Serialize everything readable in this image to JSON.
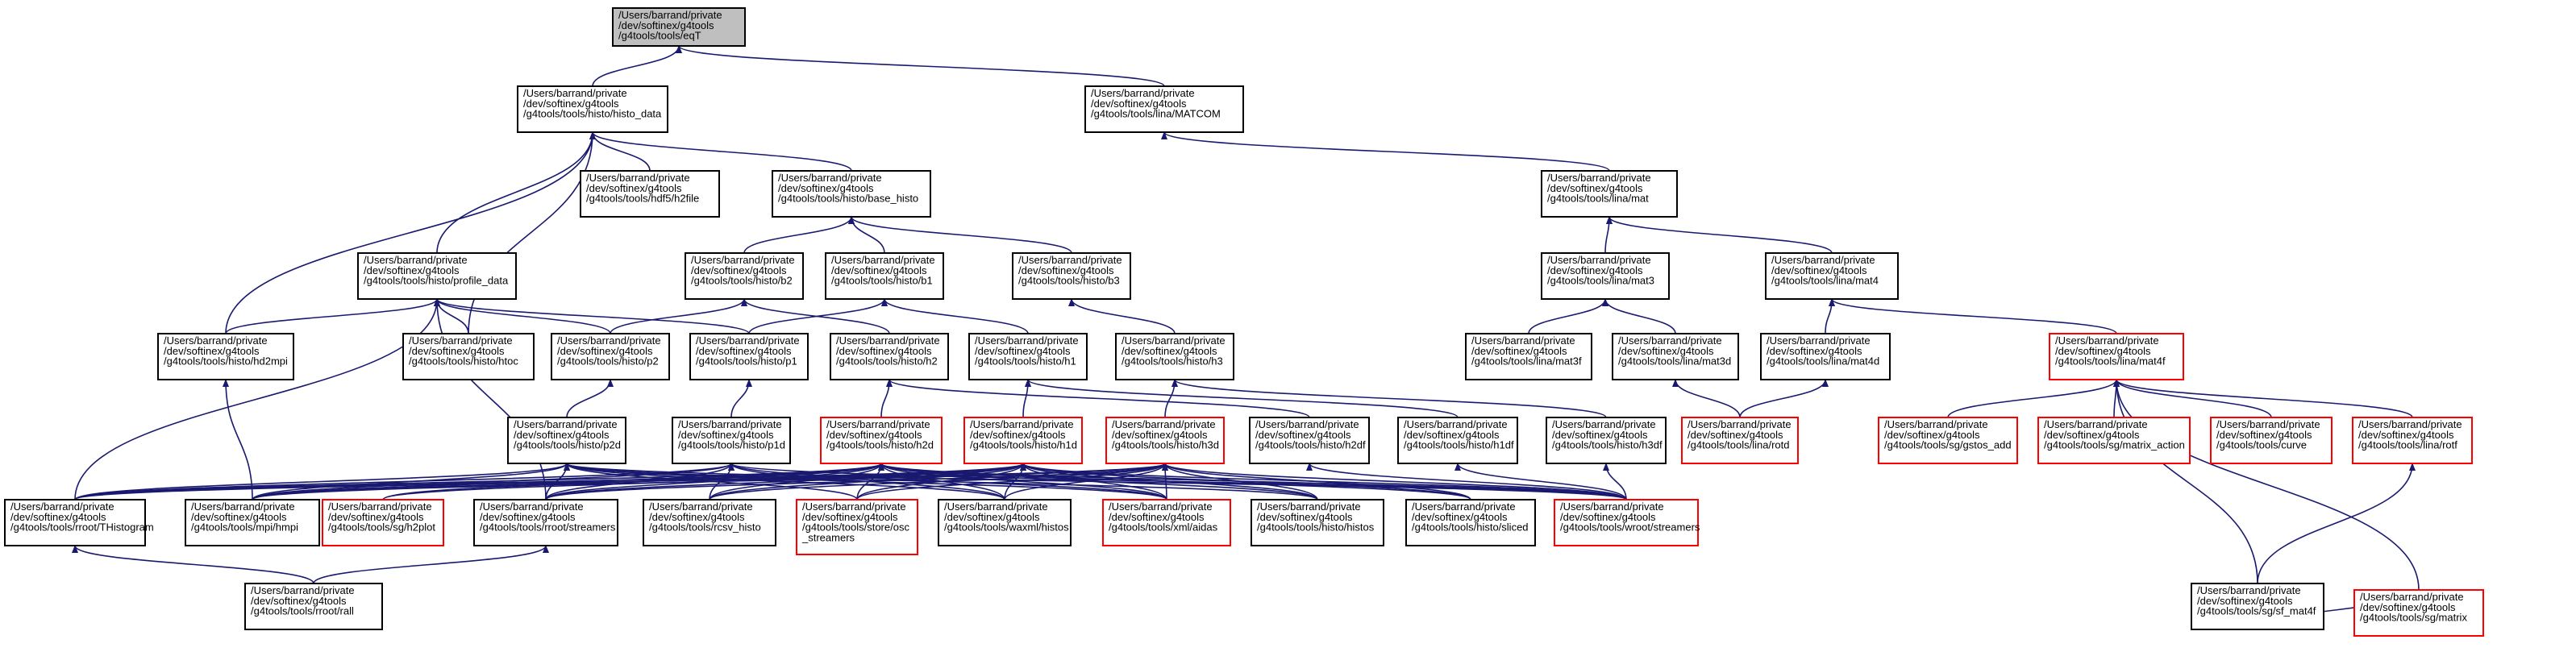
{
  "diagram": {
    "colors": {
      "root_fill": "#bfbfbf",
      "node_border": "#000000",
      "undocumented_border": "#ff0000",
      "edge": "#191970",
      "text": "#000000"
    },
    "nodes": [
      {
        "id": "eqT",
        "lines": [
          "/Users/barrand/private",
          "/dev/softinex/g4tools",
          "/g4tools/tools/eqT"
        ],
        "root": true
      },
      {
        "id": "histo_data",
        "lines": [
          "/Users/barrand/private",
          "/dev/softinex/g4tools",
          "/g4tools/tools/histo/histo_data"
        ]
      },
      {
        "id": "MATCOM",
        "lines": [
          "/Users/barrand/private",
          "/dev/softinex/g4tools",
          "/g4tools/tools/lina/MATCOM"
        ]
      },
      {
        "id": "h2file",
        "lines": [
          "/Users/barrand/private",
          "/dev/softinex/g4tools",
          "/g4tools/tools/hdf5/h2file"
        ]
      },
      {
        "id": "base_histo",
        "lines": [
          "/Users/barrand/private",
          "/dev/softinex/g4tools",
          "/g4tools/tools/histo/base_histo"
        ]
      },
      {
        "id": "mat",
        "lines": [
          "/Users/barrand/private",
          "/dev/softinex/g4tools",
          "/g4tools/tools/lina/mat"
        ]
      },
      {
        "id": "profile_data",
        "lines": [
          "/Users/barrand/private",
          "/dev/softinex/g4tools",
          "/g4tools/tools/histo/profile_data"
        ]
      },
      {
        "id": "b2",
        "lines": [
          "/Users/barrand/private",
          "/dev/softinex/g4tools",
          "/g4tools/tools/histo/b2"
        ]
      },
      {
        "id": "b1",
        "lines": [
          "/Users/barrand/private",
          "/dev/softinex/g4tools",
          "/g4tools/tools/histo/b1"
        ]
      },
      {
        "id": "b3",
        "lines": [
          "/Users/barrand/private",
          "/dev/softinex/g4tools",
          "/g4tools/tools/histo/b3"
        ]
      },
      {
        "id": "mat3",
        "lines": [
          "/Users/barrand/private",
          "/dev/softinex/g4tools",
          "/g4tools/tools/lina/mat3"
        ]
      },
      {
        "id": "mat4",
        "lines": [
          "/Users/barrand/private",
          "/dev/softinex/g4tools",
          "/g4tools/tools/lina/mat4"
        ]
      },
      {
        "id": "hd2mpi",
        "lines": [
          "/Users/barrand/private",
          "/dev/softinex/g4tools",
          "/g4tools/tools/histo/hd2mpi"
        ]
      },
      {
        "id": "htoc",
        "lines": [
          "/Users/barrand/private",
          "/dev/softinex/g4tools",
          "/g4tools/tools/histo/htoc"
        ]
      },
      {
        "id": "p2",
        "lines": [
          "/Users/barrand/private",
          "/dev/softinex/g4tools",
          "/g4tools/tools/histo/p2"
        ]
      },
      {
        "id": "p1",
        "lines": [
          "/Users/barrand/private",
          "/dev/softinex/g4tools",
          "/g4tools/tools/histo/p1"
        ]
      },
      {
        "id": "h2",
        "lines": [
          "/Users/barrand/private",
          "/dev/softinex/g4tools",
          "/g4tools/tools/histo/h2"
        ]
      },
      {
        "id": "h1",
        "lines": [
          "/Users/barrand/private",
          "/dev/softinex/g4tools",
          "/g4tools/tools/histo/h1"
        ]
      },
      {
        "id": "h3",
        "lines": [
          "/Users/barrand/private",
          "/dev/softinex/g4tools",
          "/g4tools/tools/histo/h3"
        ]
      },
      {
        "id": "mat3f",
        "lines": [
          "/Users/barrand/private",
          "/dev/softinex/g4tools",
          "/g4tools/tools/lina/mat3f"
        ]
      },
      {
        "id": "mat3d",
        "lines": [
          "/Users/barrand/private",
          "/dev/softinex/g4tools",
          "/g4tools/tools/lina/mat3d"
        ]
      },
      {
        "id": "mat4d",
        "lines": [
          "/Users/barrand/private",
          "/dev/softinex/g4tools",
          "/g4tools/tools/lina/mat4d"
        ]
      },
      {
        "id": "mat4f",
        "lines": [
          "/Users/barrand/private",
          "/dev/softinex/g4tools",
          "/g4tools/tools/lina/mat4f"
        ],
        "red": true
      },
      {
        "id": "p2d",
        "lines": [
          "/Users/barrand/private",
          "/dev/softinex/g4tools",
          "/g4tools/tools/histo/p2d"
        ]
      },
      {
        "id": "p1d",
        "lines": [
          "/Users/barrand/private",
          "/dev/softinex/g4tools",
          "/g4tools/tools/histo/p1d"
        ]
      },
      {
        "id": "h2d",
        "lines": [
          "/Users/barrand/private",
          "/dev/softinex/g4tools",
          "/g4tools/tools/histo/h2d"
        ],
        "red": true
      },
      {
        "id": "h1d",
        "lines": [
          "/Users/barrand/private",
          "/dev/softinex/g4tools",
          "/g4tools/tools/histo/h1d"
        ],
        "red": true
      },
      {
        "id": "h3d",
        "lines": [
          "/Users/barrand/private",
          "/dev/softinex/g4tools",
          "/g4tools/tools/histo/h3d"
        ],
        "red": true
      },
      {
        "id": "h2df",
        "lines": [
          "/Users/barrand/private",
          "/dev/softinex/g4tools",
          "/g4tools/tools/histo/h2df"
        ]
      },
      {
        "id": "h1df",
        "lines": [
          "/Users/barrand/private",
          "/dev/softinex/g4tools",
          "/g4tools/tools/histo/h1df"
        ]
      },
      {
        "id": "h3df",
        "lines": [
          "/Users/barrand/private",
          "/dev/softinex/g4tools",
          "/g4tools/tools/histo/h3df"
        ]
      },
      {
        "id": "rotd",
        "lines": [
          "/Users/barrand/private",
          "/dev/softinex/g4tools",
          "/g4tools/tools/lina/rotd"
        ],
        "red": true
      },
      {
        "id": "sg_gstos_add",
        "lines": [
          "/Users/barrand/private",
          "/dev/softinex/g4tools",
          "/g4tools/tools/sg/gstos_add"
        ],
        "red": true
      },
      {
        "id": "sg_matrix_action",
        "lines": [
          "/Users/barrand/private",
          "/dev/softinex/g4tools",
          "/g4tools/tools/sg/matrix_action"
        ],
        "red": true
      },
      {
        "id": "curve",
        "lines": [
          "/Users/barrand/private",
          "/dev/softinex/g4tools",
          "/g4tools/tools/curve"
        ],
        "red": true
      },
      {
        "id": "rotf",
        "lines": [
          "/Users/barrand/private",
          "/dev/softinex/g4tools",
          "/g4tools/tools/lina/rotf"
        ],
        "red": true
      },
      {
        "id": "THistogram",
        "lines": [
          "/Users/barrand/private",
          "/dev/softinex/g4tools",
          "/g4tools/tools/rroot/THistogram"
        ]
      },
      {
        "id": "hmpi",
        "lines": [
          "/Users/barrand/private",
          "/dev/softinex/g4tools",
          "/g4tools/tools/mpi/hmpi"
        ]
      },
      {
        "id": "h2plot",
        "lines": [
          "/Users/barrand/private",
          "/dev/softinex/g4tools",
          "/g4tools/tools/sg/h2plot"
        ],
        "red": true
      },
      {
        "id": "rroot_streamers",
        "lines": [
          "/Users/barrand/private",
          "/dev/softinex/g4tools",
          "/g4tools/tools/rroot/streamers"
        ]
      },
      {
        "id": "rcsv_histo",
        "lines": [
          "/Users/barrand/private",
          "/dev/softinex/g4tools",
          "/g4tools/tools/rcsv_histo"
        ]
      },
      {
        "id": "osc_streamers",
        "lines": [
          "/Users/barrand/private",
          "/dev/softinex/g4tools",
          "/g4tools/tools/store/osc",
          "_streamers"
        ],
        "red": true
      },
      {
        "id": "waxml_histos",
        "lines": [
          "/Users/barrand/private",
          "/dev/softinex/g4tools",
          "/g4tools/tools/waxml/histos"
        ]
      },
      {
        "id": "xml_aidas",
        "lines": [
          "/Users/barrand/private",
          "/dev/softinex/g4tools",
          "/g4tools/tools/xml/aidas"
        ],
        "red": true
      },
      {
        "id": "histo_histos",
        "lines": [
          "/Users/barrand/private",
          "/dev/softinex/g4tools",
          "/g4tools/tools/histo/histos"
        ]
      },
      {
        "id": "sliced",
        "lines": [
          "/Users/barrand/private",
          "/dev/softinex/g4tools",
          "/g4tools/tools/histo/sliced"
        ]
      },
      {
        "id": "wroot_streamers",
        "lines": [
          "/Users/barrand/private",
          "/dev/softinex/g4tools",
          "/g4tools/tools/wroot/streamers"
        ],
        "red": true
      },
      {
        "id": "sf_mat4f",
        "lines": [
          "/Users/barrand/private",
          "/dev/softinex/g4tools",
          "/g4tools/tools/sg/sf_mat4f"
        ]
      },
      {
        "id": "rroot_rall",
        "lines": [
          "/Users/barrand/private",
          "/dev/softinex/g4tools",
          "/g4tools/tools/rroot/rall"
        ]
      },
      {
        "id": "sg_matrix",
        "lines": [
          "/Users/barrand/private",
          "/dev/softinex/g4tools",
          "/g4tools/tools/sg/matrix"
        ],
        "red": true
      }
    ],
    "edges": [
      [
        "histo_data",
        "eqT"
      ],
      [
        "MATCOM",
        "eqT"
      ],
      [
        "h2file",
        "histo_data"
      ],
      [
        "base_histo",
        "histo_data"
      ],
      [
        "profile_data",
        "histo_data"
      ],
      [
        "hd2mpi",
        "histo_data"
      ],
      [
        "htoc",
        "histo_data"
      ],
      [
        "mat",
        "MATCOM"
      ],
      [
        "b2",
        "base_histo"
      ],
      [
        "b1",
        "base_histo"
      ],
      [
        "b3",
        "base_histo"
      ],
      [
        "mat3",
        "mat"
      ],
      [
        "mat4",
        "mat"
      ],
      [
        "hd2mpi",
        "profile_data"
      ],
      [
        "htoc",
        "profile_data"
      ],
      [
        "p2",
        "profile_data"
      ],
      [
        "p1",
        "profile_data"
      ],
      [
        "THistogram",
        "profile_data"
      ],
      [
        "rroot_streamers",
        "profile_data"
      ],
      [
        "p2",
        "b2"
      ],
      [
        "h2",
        "b2"
      ],
      [
        "p1",
        "b1"
      ],
      [
        "h1",
        "b1"
      ],
      [
        "h3",
        "b3"
      ],
      [
        "mat3f",
        "mat3"
      ],
      [
        "mat3d",
        "mat3"
      ],
      [
        "mat4d",
        "mat4"
      ],
      [
        "mat4f",
        "mat4"
      ],
      [
        "hmpi",
        "hd2mpi"
      ],
      [
        "p2d",
        "p2"
      ],
      [
        "p1d",
        "p1"
      ],
      [
        "h2d",
        "h2"
      ],
      [
        "h1d",
        "h1"
      ],
      [
        "h3d",
        "h3"
      ],
      [
        "h2df",
        "h2"
      ],
      [
        "h1df",
        "h1"
      ],
      [
        "h3df",
        "h3"
      ],
      [
        "rotd",
        "mat3d"
      ],
      [
        "rotd",
        "mat4d"
      ],
      [
        "sg_gstos_add",
        "mat4f"
      ],
      [
        "sg_matrix_action",
        "mat4f"
      ],
      [
        "curve",
        "mat4f"
      ],
      [
        "rotf",
        "mat4f"
      ],
      [
        "sf_mat4f",
        "mat4f"
      ],
      [
        "sg_matrix",
        "mat4f"
      ],
      [
        "THistogram",
        "p2d"
      ],
      [
        "hmpi",
        "p2d"
      ],
      [
        "rroot_streamers",
        "p2d"
      ],
      [
        "waxml_histos",
        "p2d"
      ],
      [
        "xml_aidas",
        "p2d"
      ],
      [
        "histo_histos",
        "p2d"
      ],
      [
        "wroot_streamers",
        "p2d"
      ],
      [
        "osc_streamers",
        "p2d"
      ],
      [
        "THistogram",
        "p1d"
      ],
      [
        "hmpi",
        "p1d"
      ],
      [
        "rroot_streamers",
        "p1d"
      ],
      [
        "rcsv_histo",
        "p1d"
      ],
      [
        "waxml_histos",
        "p1d"
      ],
      [
        "xml_aidas",
        "p1d"
      ],
      [
        "wroot_streamers",
        "p1d"
      ],
      [
        "THistogram",
        "h2d"
      ],
      [
        "hmpi",
        "h2d"
      ],
      [
        "h2plot",
        "h2d"
      ],
      [
        "rroot_streamers",
        "h2d"
      ],
      [
        "rcsv_histo",
        "h2d"
      ],
      [
        "osc_streamers",
        "h2d"
      ],
      [
        "waxml_histos",
        "h2d"
      ],
      [
        "xml_aidas",
        "h2d"
      ],
      [
        "histo_histos",
        "h2d"
      ],
      [
        "sliced",
        "h2d"
      ],
      [
        "wroot_streamers",
        "h2d"
      ],
      [
        "THistogram",
        "h1d"
      ],
      [
        "hmpi",
        "h1d"
      ],
      [
        "h2plot",
        "h1d"
      ],
      [
        "rroot_streamers",
        "h1d"
      ],
      [
        "rcsv_histo",
        "h1d"
      ],
      [
        "osc_streamers",
        "h1d"
      ],
      [
        "waxml_histos",
        "h1d"
      ],
      [
        "xml_aidas",
        "h1d"
      ],
      [
        "histo_histos",
        "h1d"
      ],
      [
        "sliced",
        "h1d"
      ],
      [
        "wroot_streamers",
        "h1d"
      ],
      [
        "THistogram",
        "h3d"
      ],
      [
        "hmpi",
        "h3d"
      ],
      [
        "rroot_streamers",
        "h3d"
      ],
      [
        "rcsv_histo",
        "h3d"
      ],
      [
        "osc_streamers",
        "h3d"
      ],
      [
        "waxml_histos",
        "h3d"
      ],
      [
        "xml_aidas",
        "h3d"
      ],
      [
        "histo_histos",
        "h3d"
      ],
      [
        "sliced",
        "h3d"
      ],
      [
        "wroot_streamers",
        "h3d"
      ],
      [
        "wroot_streamers",
        "h2df"
      ],
      [
        "wroot_streamers",
        "h1df"
      ],
      [
        "wroot_streamers",
        "h3df"
      ],
      [
        "sf_mat4f",
        "rotf"
      ],
      [
        "rroot_rall",
        "THistogram"
      ],
      [
        "rroot_rall",
        "rroot_streamers"
      ],
      [
        "sg_matrix",
        "sf_mat4f"
      ]
    ]
  }
}
